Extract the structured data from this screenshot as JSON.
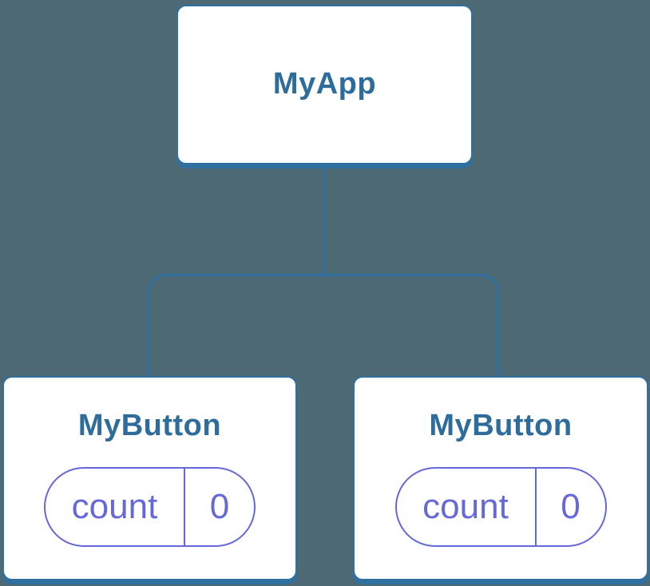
{
  "tree": {
    "root": {
      "label": "MyApp"
    },
    "children": [
      {
        "label": "MyButton",
        "state": {
          "key": "count",
          "value": "0"
        }
      },
      {
        "label": "MyButton",
        "state": {
          "key": "count",
          "value": "0"
        }
      }
    ]
  },
  "colors": {
    "background": "#4D6A74",
    "node_border": "#2F70A1",
    "node_label": "#2D6C9B",
    "state_accent": "#6568D9",
    "node_fill": "#FFFFFF"
  }
}
